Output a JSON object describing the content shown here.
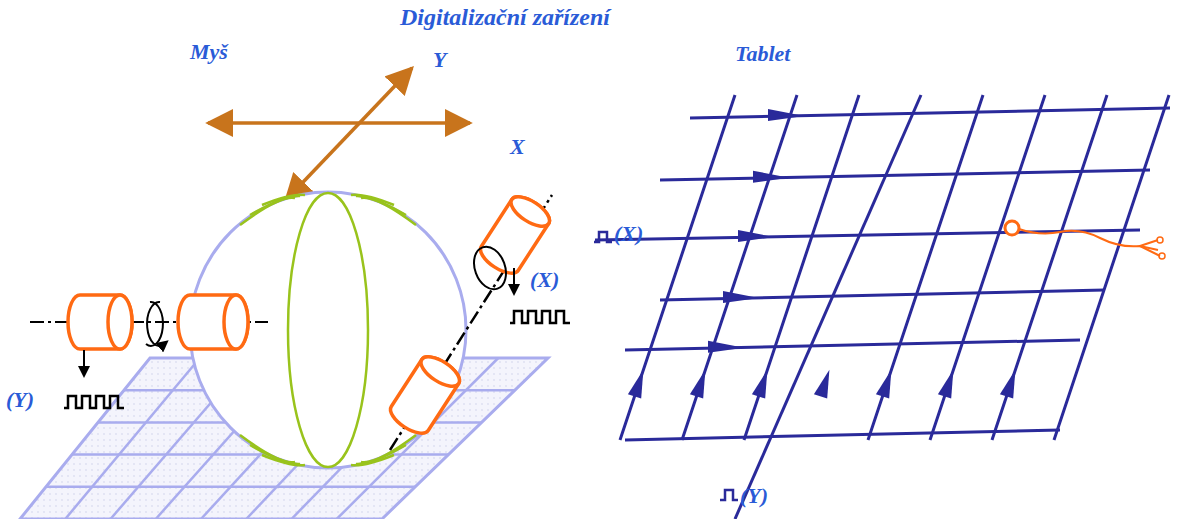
{
  "diagram": {
    "title": "Digitalizační zařízení",
    "labels": [
      "Myš",
      "Tablet",
      "Y",
      "X",
      "(X)",
      "(Y)",
      "(X)",
      "(Y)"
    ]
  }
}
